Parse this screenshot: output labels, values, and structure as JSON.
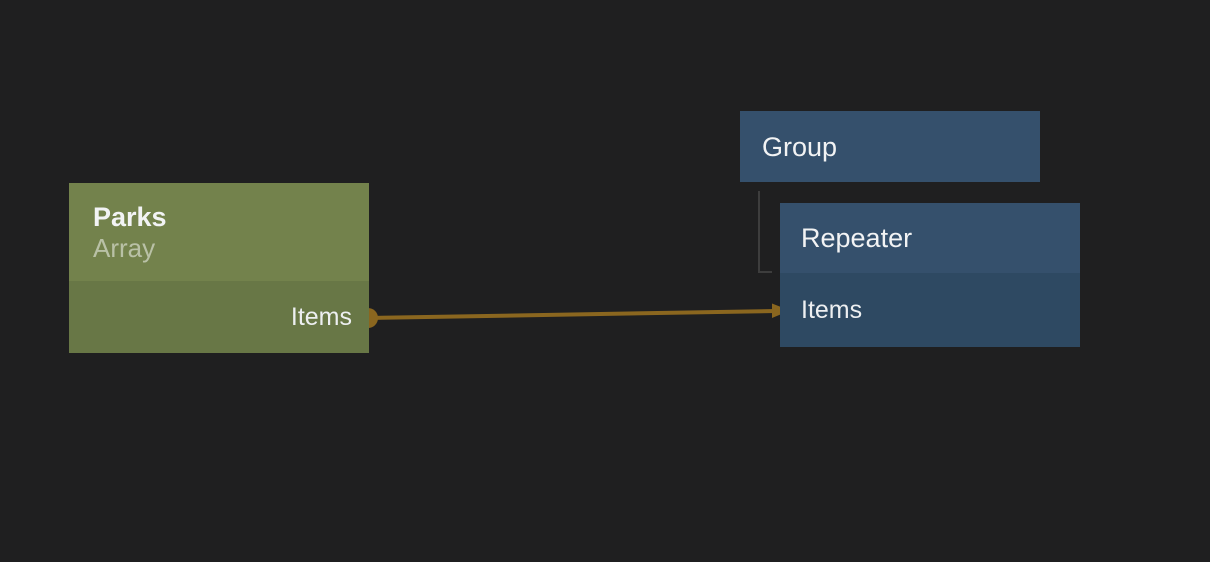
{
  "palette": {
    "canvas_background": "#1f1f20",
    "parks_header": "#73824c",
    "parks_body": "#687746",
    "blue_node_header": "#35506c",
    "blue_node_body": "#2e4962",
    "connection_color": "#8a661f",
    "hierarchy_connector_color": "#3d3d3d",
    "title_text": "#f2f3f4",
    "subtitle_text": "rgba(255,255,255,0.5)"
  },
  "nodes": {
    "parks": {
      "title": "Parks",
      "subtitle": "Array",
      "output_port_label": "Items"
    },
    "group": {
      "title": "Group"
    },
    "repeater": {
      "title": "Repeater",
      "input_port_label": "Items"
    }
  },
  "connection": {
    "color": "#8a661f",
    "from_node": "Parks",
    "from_port": "Items",
    "to_node": "Repeater",
    "to_port": "Items"
  },
  "hierarchy_connector": {
    "color": "#3d3d3d",
    "parent": "Group",
    "child": "Repeater"
  }
}
